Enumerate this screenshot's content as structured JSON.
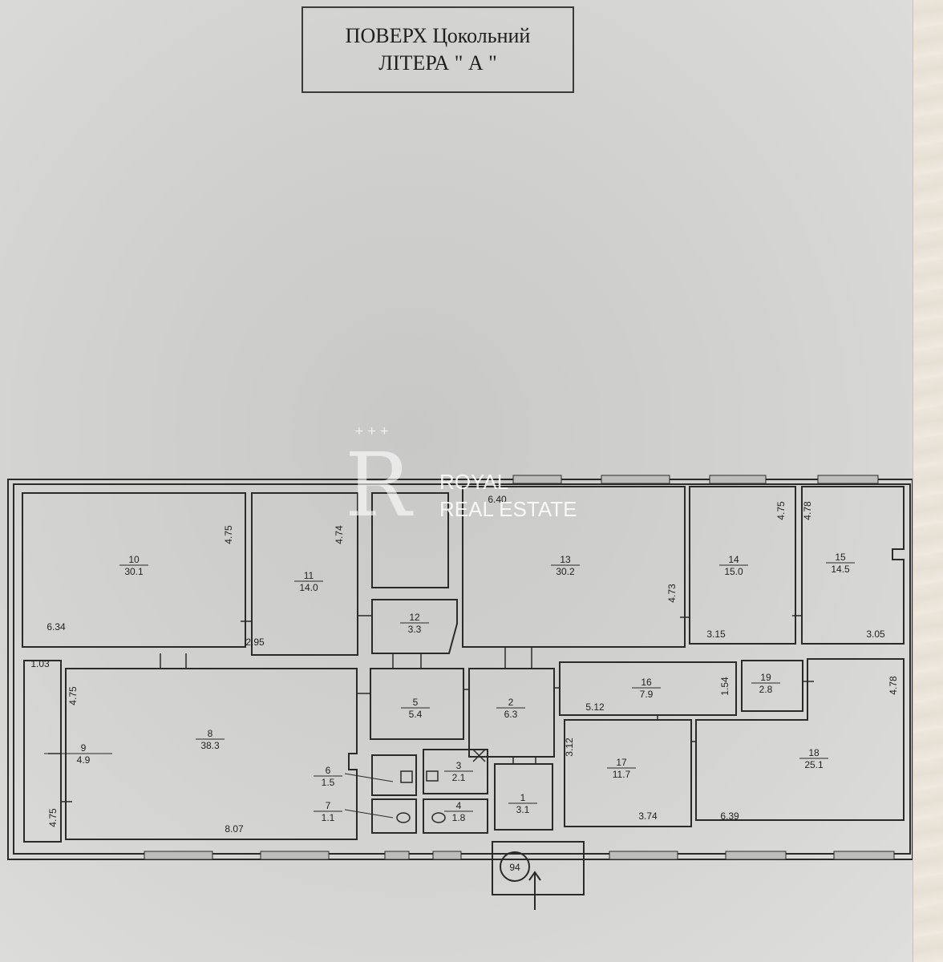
{
  "title": {
    "line1": "ПОВЕРХ Цокольний",
    "line2": "ЛІТЕРА \" А \""
  },
  "watermark": {
    "stars": "+++",
    "letter": "R",
    "line1": "ROYAL",
    "line2": "REAL ESTATE"
  },
  "rooms": [
    {
      "num": "10",
      "area": "30.1"
    },
    {
      "num": "11",
      "area": "14.0"
    },
    {
      "num": "12",
      "area": "3.3"
    },
    {
      "num": "13",
      "area": "30.2"
    },
    {
      "num": "14",
      "area": "15.0"
    },
    {
      "num": "15",
      "area": "14.5"
    },
    {
      "num": "8",
      "area": "38.3"
    },
    {
      "num": "9",
      "area": "4.9"
    },
    {
      "num": "5",
      "area": "5.4"
    },
    {
      "num": "2",
      "area": "6.3"
    },
    {
      "num": "16",
      "area": "7.9"
    },
    {
      "num": "19",
      "area": "2.8"
    },
    {
      "num": "18",
      "area": "25.1"
    },
    {
      "num": "17",
      "area": "11.7"
    },
    {
      "num": "6",
      "area": "1.5"
    },
    {
      "num": "7",
      "area": "1.1"
    },
    {
      "num": "3",
      "area": "2.1"
    },
    {
      "num": "4",
      "area": "1.8"
    },
    {
      "num": "1",
      "area": "3.1"
    }
  ],
  "dims": [
    "4.75",
    "6.34",
    "4.74",
    "2.95",
    "6.40",
    "4.73",
    "4.75",
    "3.15",
    "4.78",
    "3.05",
    "1.03",
    "4.75",
    "4.75",
    "8.07",
    "5.12",
    "1.54",
    "4.78",
    "3.12",
    "3.74",
    "6.39"
  ],
  "circle_label": "94",
  "colors": {
    "ink": "#2a2a2a",
    "paper": "#d2d2d0"
  }
}
